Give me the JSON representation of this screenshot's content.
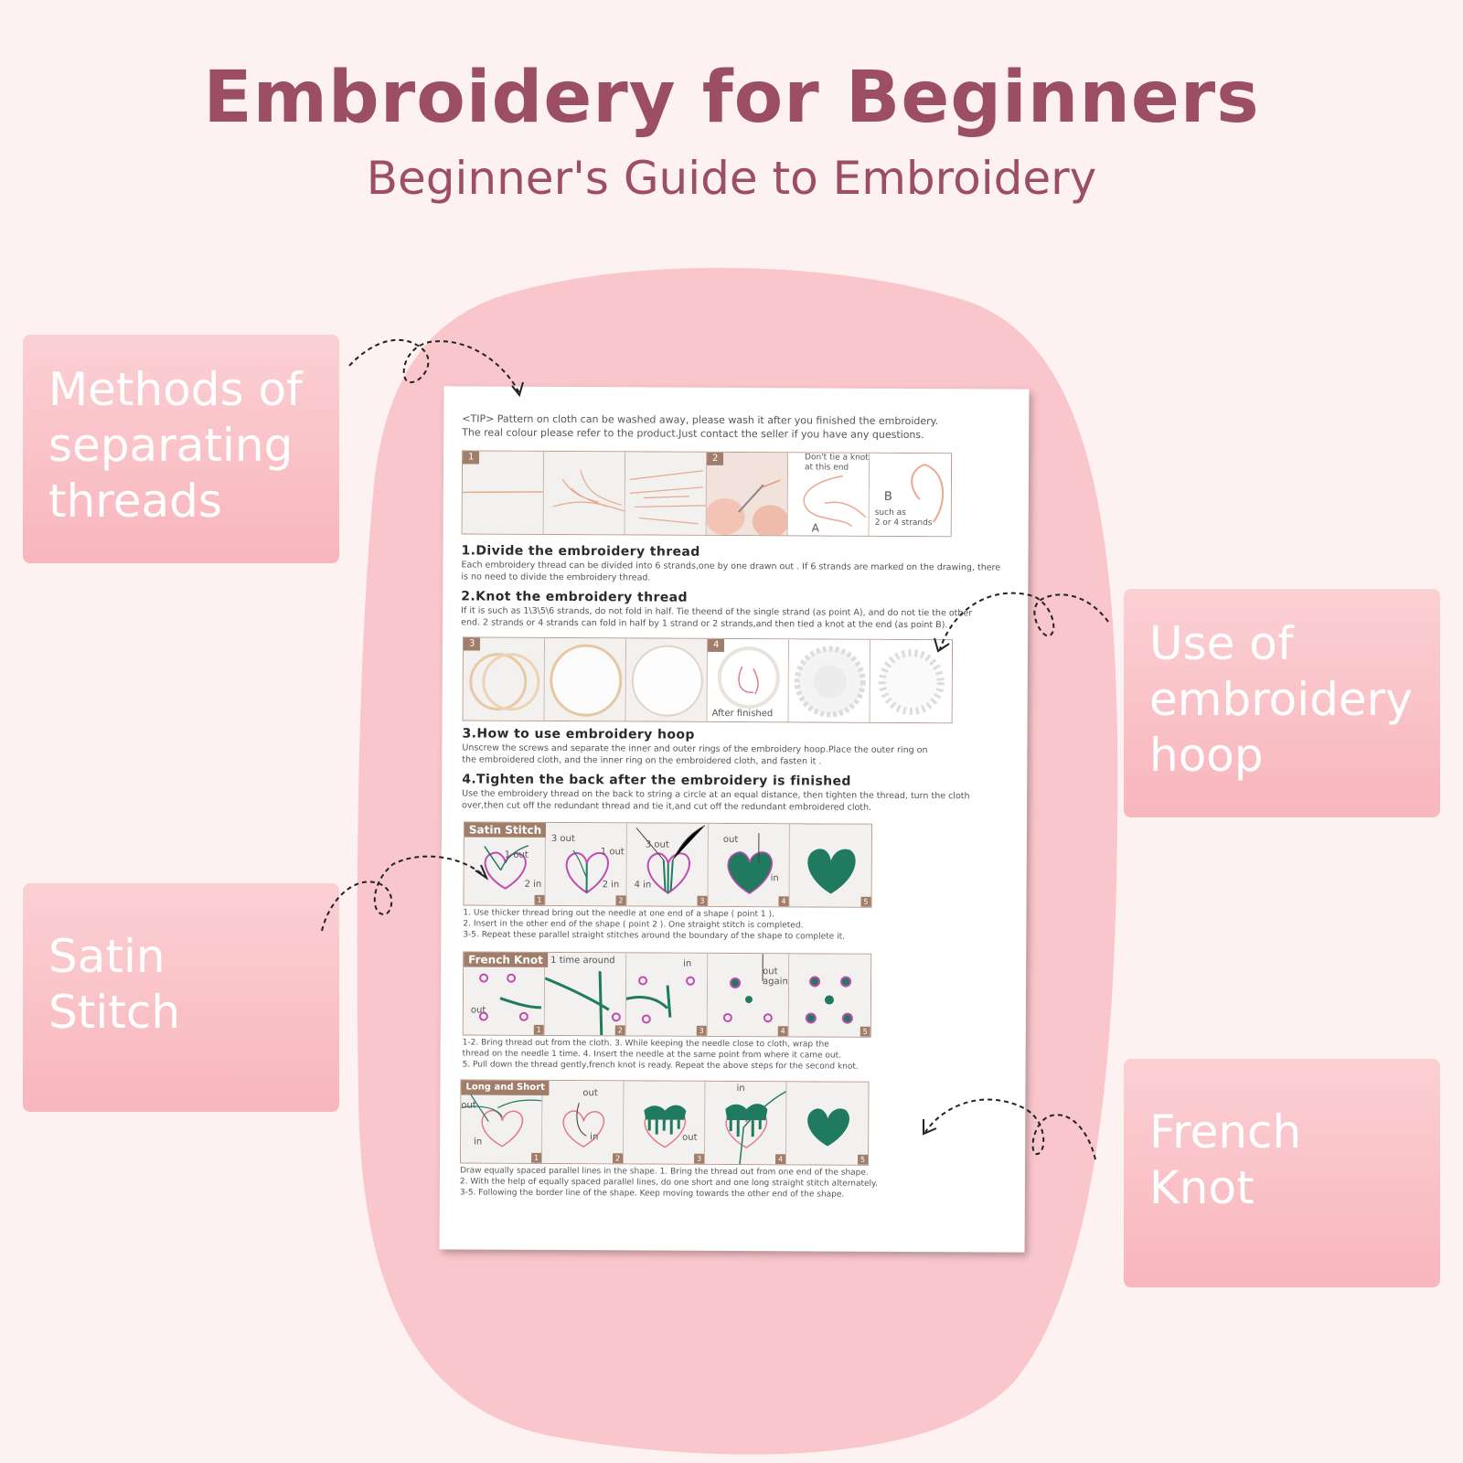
{
  "header": {
    "title": "Embroidery for Beginners",
    "subtitle": "Beginner's Guide to Embroidery"
  },
  "callouts": {
    "methods": "Methods of\nseparating\nthreads",
    "hoop": "Use of\nembroidery\nhoop",
    "satin": "Satin\nStitch",
    "french": "French\nKnot"
  },
  "sheet": {
    "tip_line1": "<TIP>  Pattern on cloth can be washed away, please wash it after you finished the embroidery.",
    "tip_line2": "The real colour please refer to the product.Just contact the seller if you have any questions.",
    "strip1": {
      "tag_a": "1",
      "tag_b": "2",
      "cap_knot": "Don't tie a knot\nat this end",
      "cap_a": "A",
      "cap_b": "B",
      "cap_strands": "such as\n2 or 4 strands"
    },
    "step1_title": "1.Divide the embroidery thread",
    "step1_text": "Each embroidery thread can be divided into 6 strands,one by one drawn out . If 6 strands are marked on the drawing, there is no need to divide the embroidery thread.",
    "step2_title": "2.Knot the embroidery thread",
    "step2_text": "If it is such as 1\\3\\5\\6 strands, do not fold in half. Tie theend of the single strand (as point A), and do not tie the other end.  2 strands or 4 strands can fold in half by 1 strand or 2 strands,and then tied a knot at the end (as point B).",
    "strip2": {
      "tag_a": "3",
      "tag_b": "4",
      "cap_after": "After  finished"
    },
    "step3_title": "3.How to use embroidery hoop",
    "step3_text": "Unscrew the screws and separate the inner and outer rings of the embroidery hoop.Place the outer ring on the embroidered cloth, and the inner ring on the embroidered cloth, and fasten it .",
    "step4_title": "4.Tighten the back after the embroidery is finished",
    "step4_text": "Use the embroidery thread on the back to string a circle at an equal distance, then tighten the thread, turn the cloth over,then cut off the redundant thread and tie it,and cut off the redundant embroidered cloth.",
    "satin": {
      "name": "Satin Stitch",
      "cap_1out": "1 out",
      "cap_2in": "2 in",
      "cap_3out": "3 out",
      "cap_1out_b": "1 out",
      "cap_2in_b": "2 in",
      "cap_3out_c": "3 out",
      "cap_4in": "4 in",
      "cap_out": "out",
      "cap_in": "in",
      "idx": [
        "1",
        "2",
        "3",
        "4",
        "5"
      ],
      "text1": "1. Use thicker thread bring out the needle at one end of a shape ( point 1 ).",
      "text2": "2. Insert in the other end of the shape ( point 2 ). One straight stitch is completed.",
      "text3": "3-5. Repeat these parallel straight stitches around the boundary of the shape to complete it."
    },
    "french": {
      "name": "French Knot",
      "cap_around": "1 time around",
      "cap_out": "out",
      "cap_in": "in",
      "cap_outagain": "out\nagain",
      "idx": [
        "1",
        "2",
        "3",
        "4",
        "5"
      ],
      "text1": "1-2. Bring thread out from the cloth.       3. While keeping the needle close to cloth, wrap the",
      "text2": "thread on the needle 1 time.    4. Insert the needle at the same point from where it came out.",
      "text3": "5. Pull down the thread gently,french knot is ready. Repeat the above steps for the second knot."
    },
    "longshort": {
      "name": "Long and Short",
      "cap_out": "out",
      "cap_in": "in",
      "cap_out_b": "out",
      "cap_in_b": "in",
      "cap_out_c": "out",
      "cap_in_d": "in",
      "idx": [
        "1",
        "2",
        "3",
        "4",
        "5"
      ],
      "text1": "Draw equally spaced parallel lines in the shape.   1. Bring the thread out from one end of the shape.",
      "text2": "2. With the help of equally spaced parallel lines, do one short and one long straight stitch alternately.",
      "text3": "3-5. Following the border line of the shape. Keep moving towards the other end of the shape."
    }
  },
  "colors": {
    "title": "#9c4f64",
    "background": "#fdf1f2",
    "blob": "#f9c6cb",
    "callout_top": "#fbd0d3",
    "callout_bottom": "#f8b6bd",
    "thread_green": "#1f7a5f",
    "outline_pink": "#c14bb0"
  }
}
